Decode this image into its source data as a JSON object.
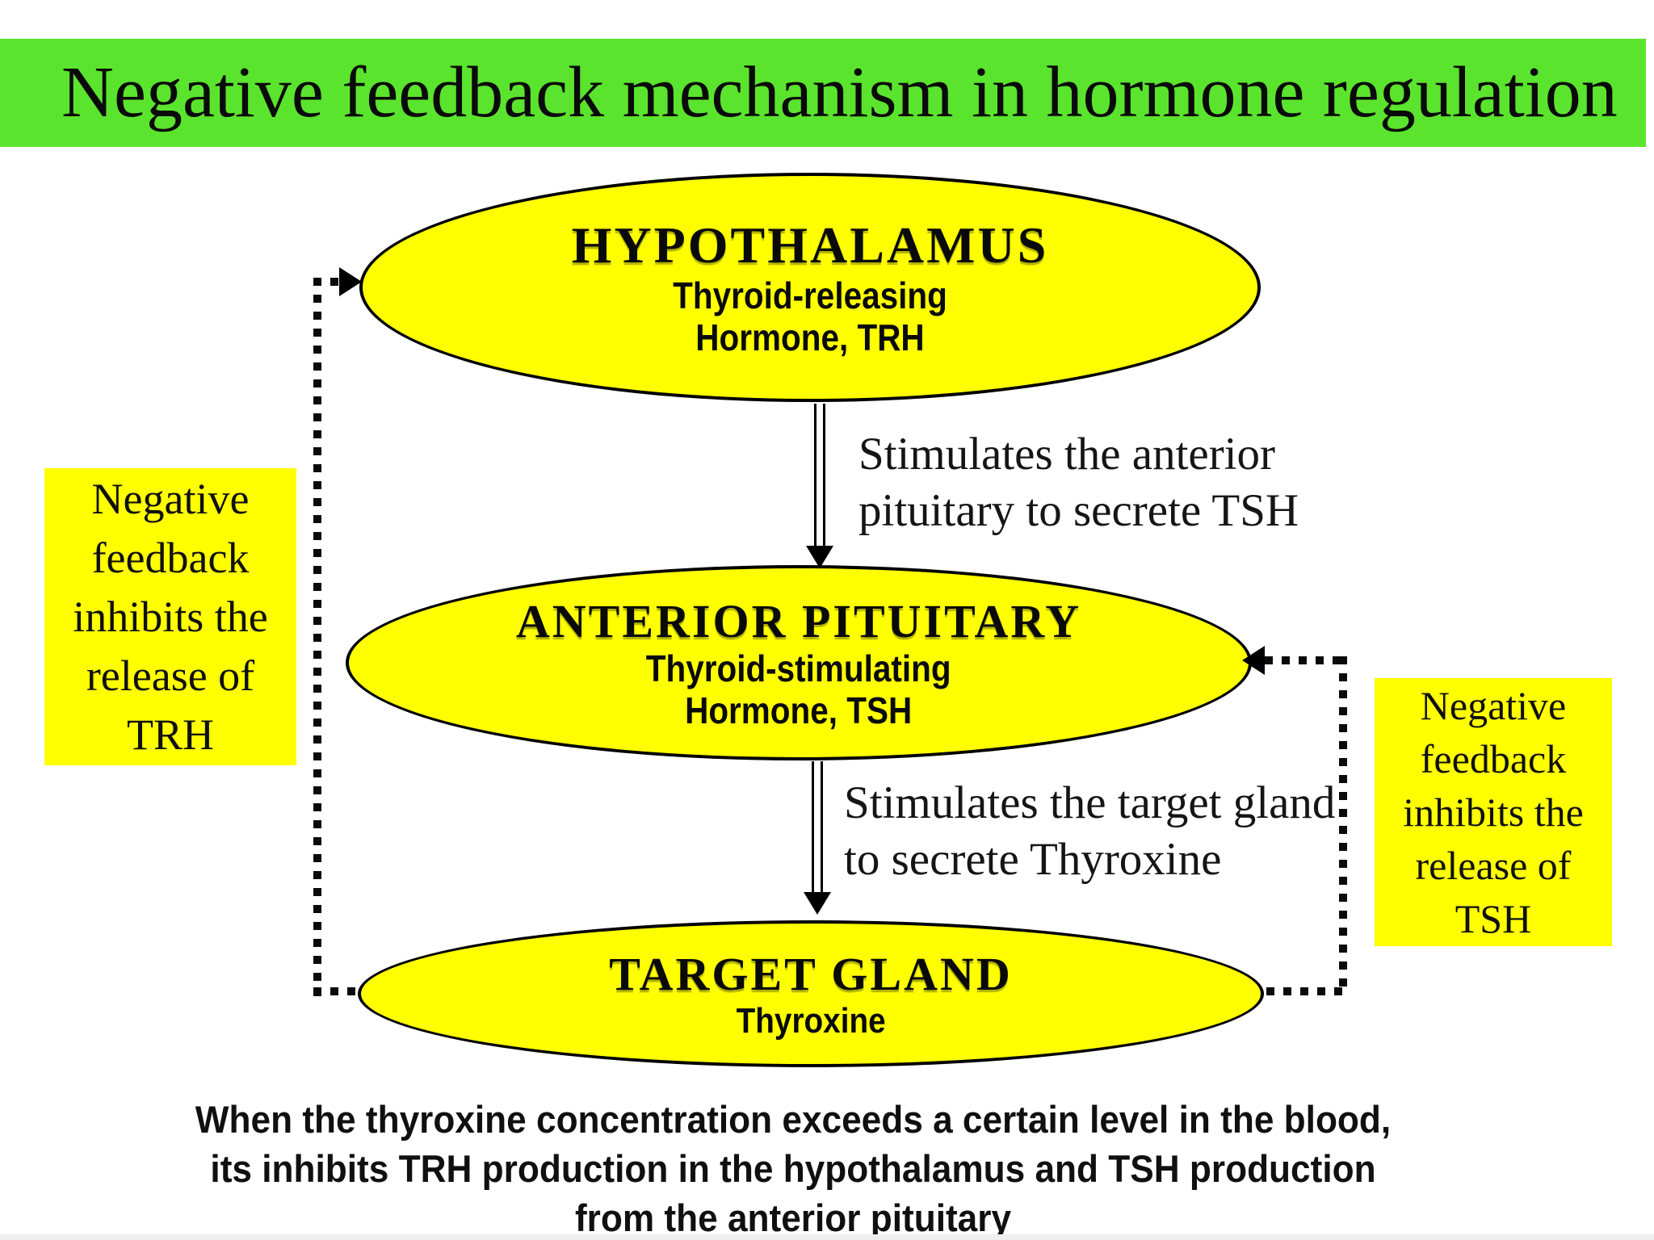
{
  "title": {
    "text": "Negative feedback mechanism in hormone regulation"
  },
  "nodes": [
    {
      "name": "hypothalamus",
      "heading": "HYPOTHALAMUS",
      "sub_lines": [
        "Thyroid-releasing",
        "Hormone, TRH"
      ]
    },
    {
      "name": "anterior-pituitary",
      "heading": "ANTERIOR PITUITARY",
      "sub_lines": [
        "Thyroid-stimulating",
        "Hormone, TSH"
      ]
    },
    {
      "name": "target-gland",
      "heading": "TARGET GLAND",
      "sub_lines": [
        "Thyroxine"
      ]
    }
  ],
  "arrow_labels": [
    {
      "lines": [
        "Stimulates the anterior",
        "pituitary to secrete TSH"
      ]
    },
    {
      "lines": [
        "Stimulates the target gland",
        "to secrete Thyroxine"
      ]
    }
  ],
  "feedback": {
    "left": {
      "lines": [
        "Negative",
        "feedback",
        "inhibits the",
        "release of",
        "TRH"
      ]
    },
    "right": {
      "lines": [
        "Negative",
        "feedback",
        "inhibits the",
        "release of",
        "TSH"
      ]
    }
  },
  "footer": {
    "lines": [
      "When the thyroxine concentration exceeds a certain level in the blood,",
      "its inhibits TRH production in the hypothalamus and TSH production",
      "from the anterior pituitary"
    ]
  },
  "colors": {
    "title_bg": "#5BE42D",
    "node_fill": "#FFFF00",
    "stroke": "#000000",
    "text": "#0a0a0a"
  }
}
